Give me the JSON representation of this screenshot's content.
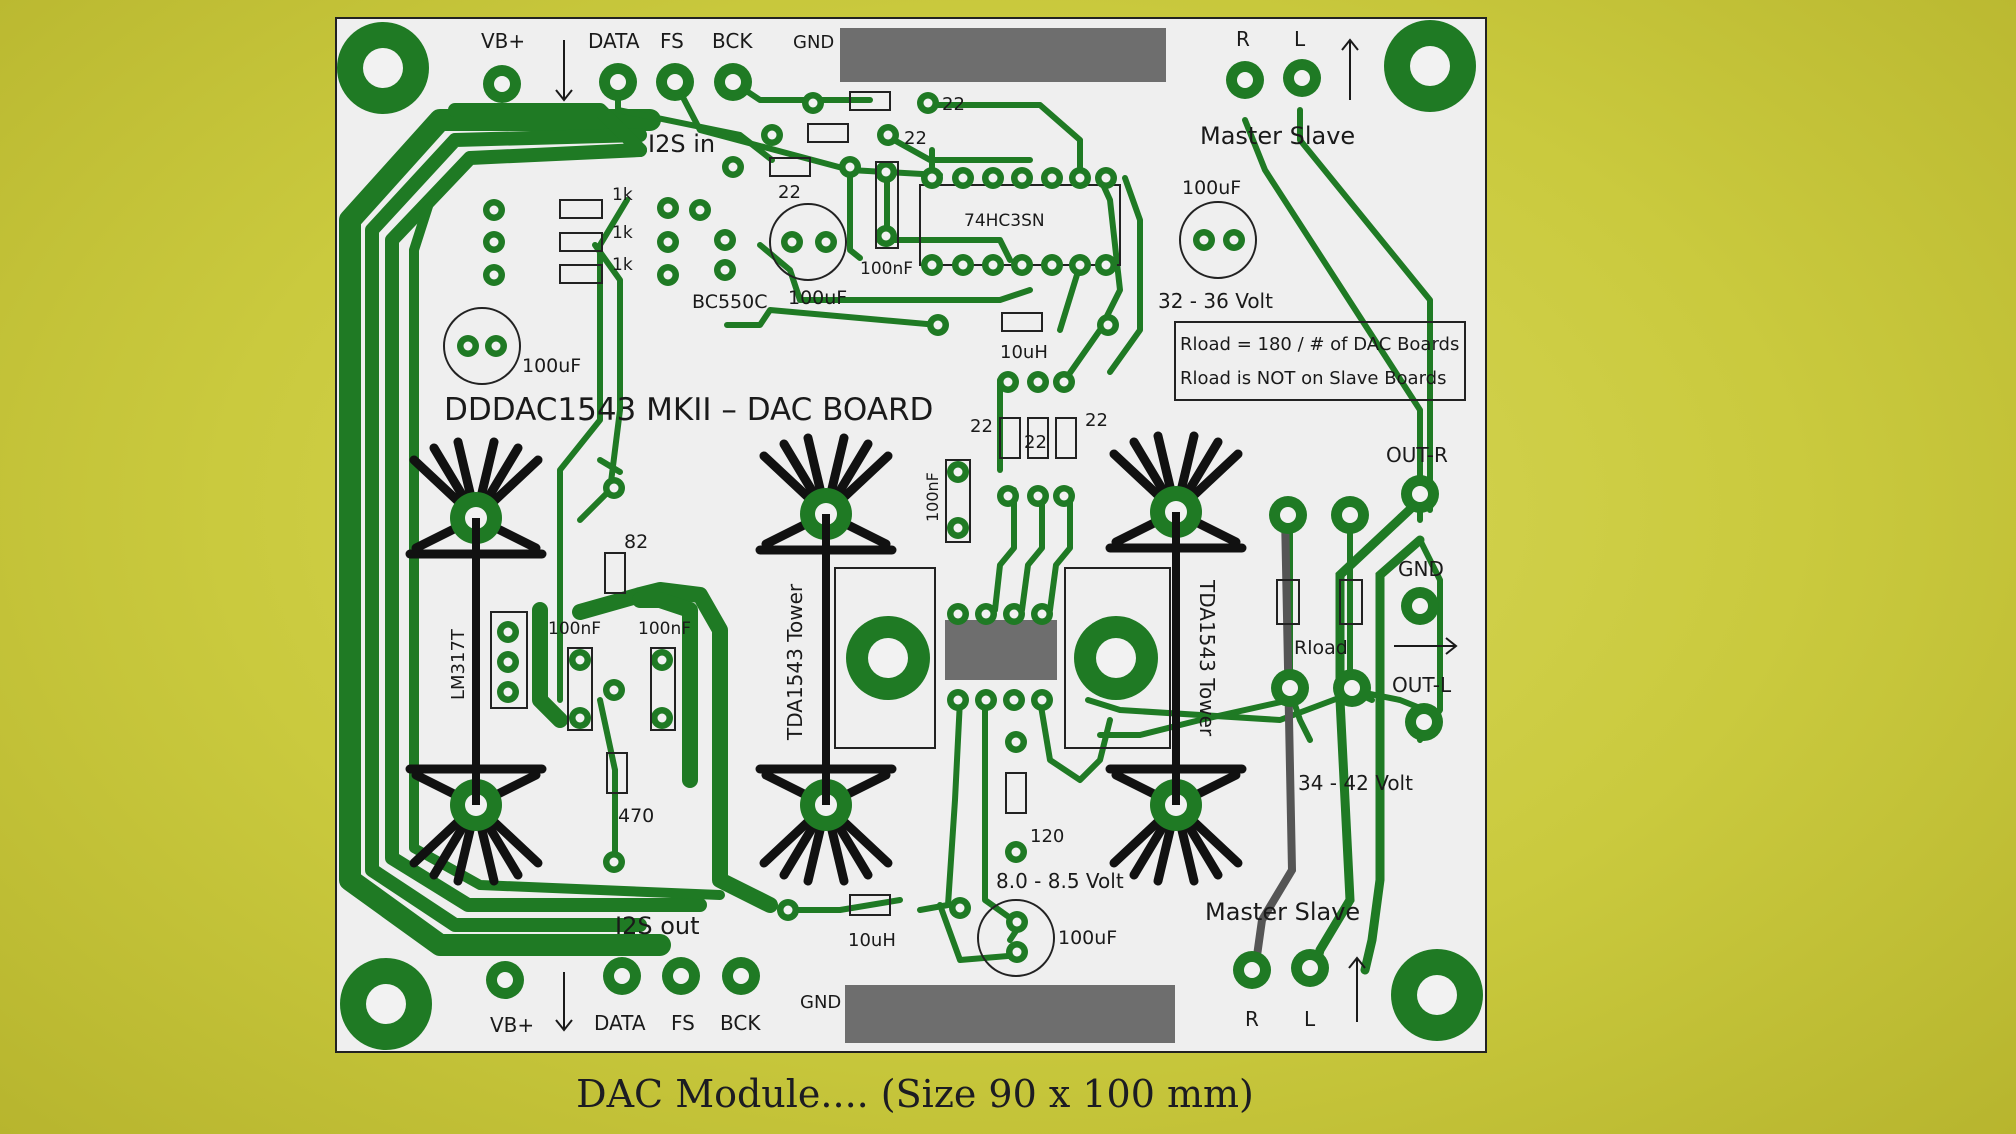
{
  "board": {
    "title": "DDDAC1543 MKII – DAC BOARD",
    "colors": {
      "copper": "#1f7a24",
      "pad_center": "#f2f2f2",
      "board": "#efefef",
      "ground_plane": "#6e6e6e",
      "silkscreen": "#1a1a1a"
    },
    "top_connector": {
      "vbplus": "VB+",
      "data": "DATA",
      "fs": "FS",
      "bck": "BCK",
      "gnd": "GND",
      "group_label": "I2S in",
      "r": "R",
      "l": "L",
      "master_slave": "Master Slave"
    },
    "bottom_connector": {
      "vbplus": "VB+",
      "data": "DATA",
      "fs": "FS",
      "bck": "BCK",
      "gnd": "GND",
      "group_label": "I2S out",
      "r": "R",
      "l": "L",
      "master_slave": "Master Slave"
    },
    "components": {
      "r22_a": "22",
      "r22_b": "22",
      "r22_c": "22",
      "r1k_a": "1k",
      "r1k_b": "1k",
      "r1k_c": "1k",
      "transistor": "BC550C",
      "c100uf_a": "100uF",
      "c100uf_b": "100uF",
      "c100uf_left": "100uF",
      "c100nf_top": "100nF",
      "chip": "74HC3SN",
      "volt_top": "32 - 36 Volt",
      "inductor_top": "10uH",
      "r22_d": "22",
      "r22_e": "22",
      "r22_f": "22",
      "rload_note_1": "Rload = 180 / # of DAC Boards",
      "rload_note_2": "Rload is NOT on Slave Boards",
      "out_r": "OUT-R",
      "gnd_out": "GND",
      "out_l": "OUT-L",
      "rload": "Rload",
      "volt_mid": "34 - 42 Volt",
      "lm317": "LM317T",
      "r82": "82",
      "c100nf_a": "100nF",
      "c100nf_b": "100nF",
      "c100nf_v": "100nF",
      "r470": "470",
      "tower_left": "TDA1543 Tower",
      "tower_right": "TDA1543 Tower",
      "r120": "120",
      "volt_bottom": "8.0 - 8.5 Volt",
      "inductor_bottom": "10uH",
      "c100uf_bottom": "100uF"
    },
    "icons": [
      "mounting-hole-icon",
      "down-arrow-icon",
      "up-arrow-icon",
      "right-arrow-icon",
      "heatsink-icon"
    ]
  },
  "caption": "DAC Module.... (Size 90 x 100 mm)"
}
